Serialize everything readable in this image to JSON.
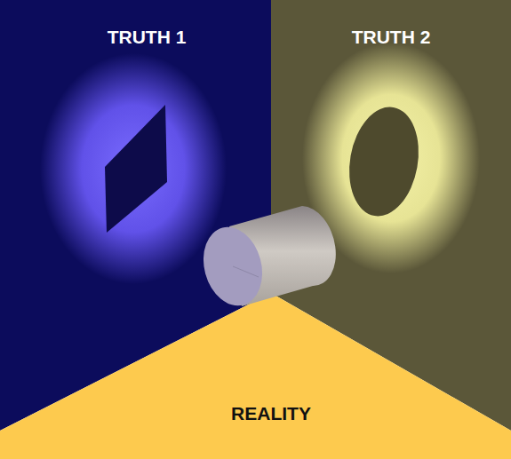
{
  "diagram": {
    "labels": [
      "TRUTH 1",
      "TRUTH 2",
      "REALITY"
    ]
  }
}
